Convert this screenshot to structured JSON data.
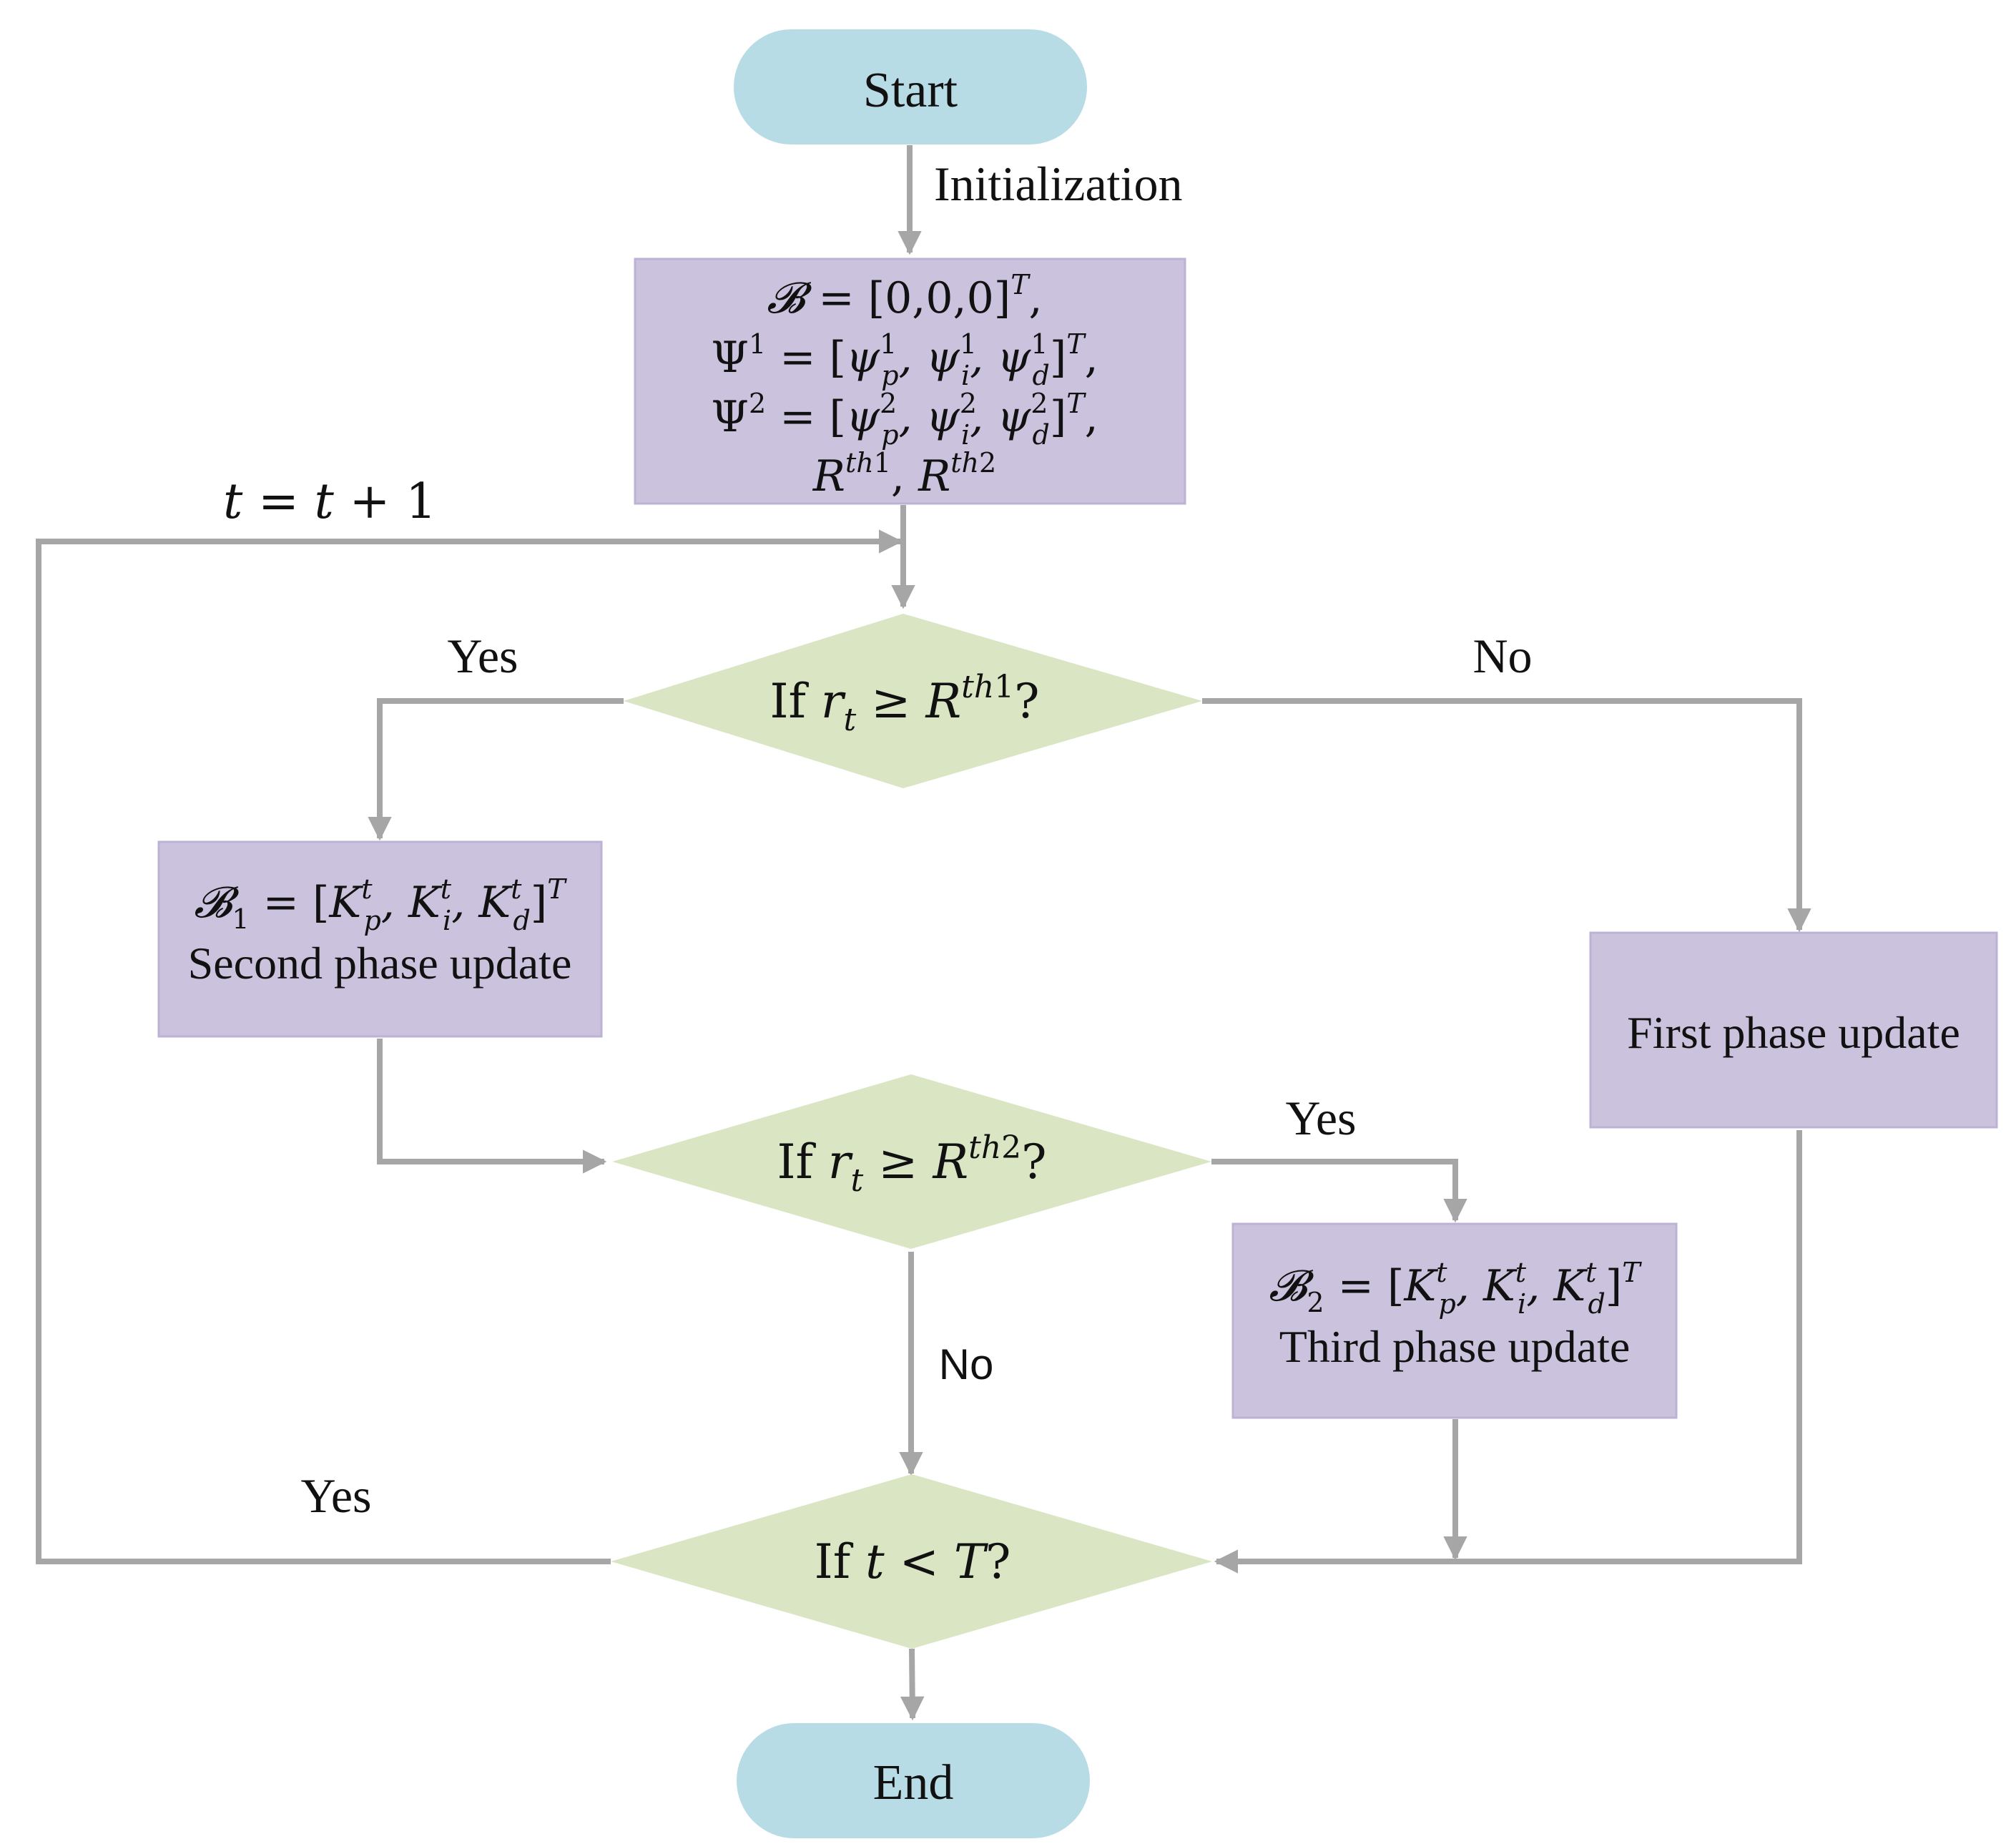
{
  "colors": {
    "terminal_fill": "#b8dce6",
    "process_fill": "#cbc3dd",
    "process_border": "#bdb2d6",
    "decision_fill": "#d9e5c3",
    "connector": "#a6a6a6"
  },
  "nodes": {
    "start": {
      "label": "Start"
    },
    "end": {
      "label": "End"
    },
    "init_box": {
      "lines": [
        "𝓑 = [0,0,0]ᵀ,",
        "Ψ¹ = [ψₚ¹, ψᵢ¹, ψ_d¹]ᵀ,",
        "Ψ² = [ψₚ², ψᵢ², ψ_d²]ᵀ,",
        "Rᵗʰ¹, Rᵗʰ²"
      ]
    },
    "decision_1": {
      "label": "If rₜ ≥ Rᵗʰ¹?"
    },
    "decision_2": {
      "label": "If rₜ ≥ Rᵗʰ²?"
    },
    "decision_3": {
      "label": "If t < T?"
    },
    "second_phase_box": {
      "formula": "𝓑₁ = [Kₚᵗ, Kᵢᵗ, K_dᵗ]ᵀ",
      "label": "Second phase update"
    },
    "third_phase_box": {
      "formula": "𝓑₂ = [Kₚᵗ, Kᵢᵗ, K_dᵗ]ᵀ",
      "label": "Third phase update"
    },
    "first_phase_box": {
      "label": "First phase update"
    }
  },
  "edges": {
    "initialization": "Initialization",
    "loop_update": "t = t + 1",
    "d1_yes": "Yes",
    "d1_no": "No",
    "d2_yes": "Yes",
    "d2_no": "No",
    "d3_yes": "Yes"
  }
}
